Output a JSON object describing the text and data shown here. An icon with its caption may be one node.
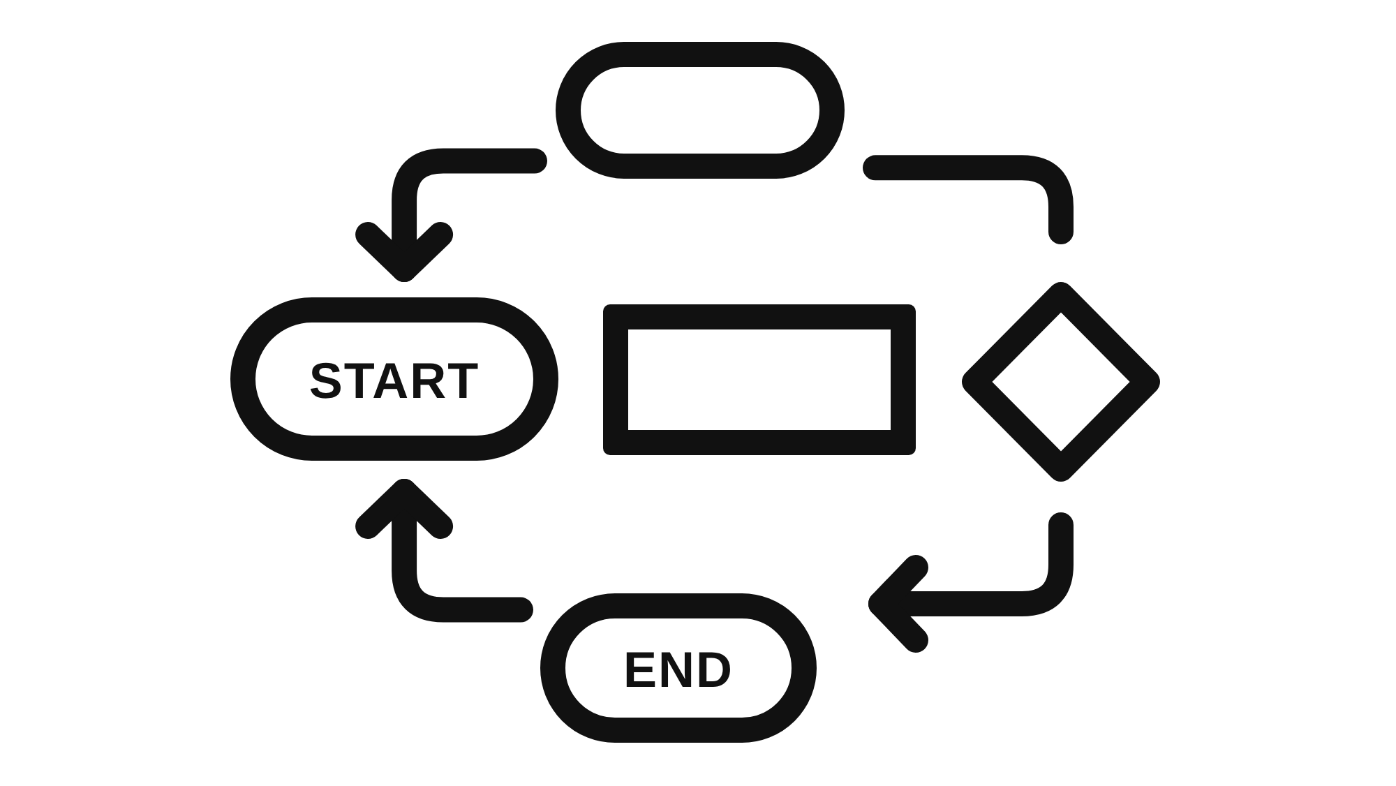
{
  "diagram": {
    "nodes": [
      {
        "text": [],
        "shape": "pill"
      },
      {
        "text": [
          "START"
        ]
      },
      {
        "text": [],
        "shape": "box"
      },
      {
        "text": [],
        "shape": "diamond"
      },
      {
        "text": [
          "END"
        ]
      }
    ],
    "edges": [
      {
        "from": 0,
        "to": 1,
        "arrow": "to"
      },
      {
        "from": 0,
        "to": 3,
        "arrow": "none"
      },
      {
        "from": 3,
        "to": 4,
        "arrow": "to"
      },
      {
        "from": 4,
        "to": 1,
        "arrow": "to"
      }
    ]
  }
}
